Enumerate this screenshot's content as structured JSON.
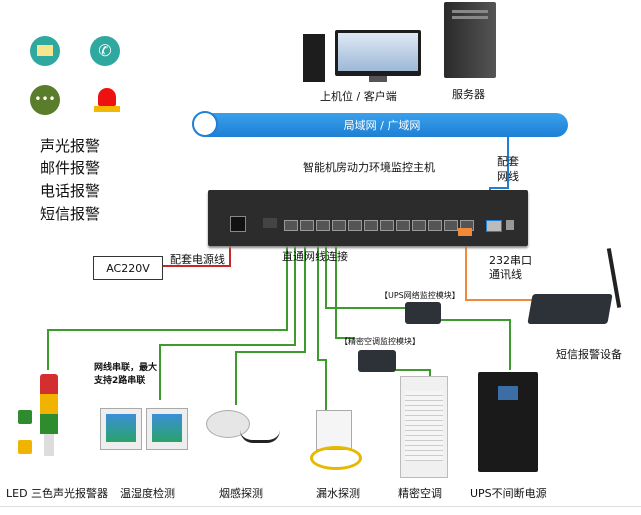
{
  "alarms": [
    "声光报警",
    "邮件报警",
    "电话报警",
    "短信报警"
  ],
  "icons": {
    "colors": {
      "mail": "#2fa8a0",
      "phone": "#2fa8a0",
      "chat": "#5a7d2b",
      "siren": "#e11"
    }
  },
  "top": {
    "client_label": "上机位 / 客户端",
    "server_label": "服务器",
    "network_label": "局域网 / 广域网",
    "network_cable_label_1": "配套",
    "network_cable_label_2": "网线"
  },
  "host": {
    "title": "智能机房动力环境监控主机"
  },
  "power": {
    "ac_label": "AC220V",
    "cable_label": "配套电源线"
  },
  "links": {
    "direct_label": "直通网线连接",
    "serial_label_1": "232串口",
    "serial_label_2": "通讯线",
    "series_note_1": "网线串联，最大",
    "series_note_2": "支持2路串联"
  },
  "modules": {
    "ups_module": "【UPS网络监控模块】",
    "ac_module": "【精密空调监控模块】"
  },
  "sms": {
    "label": "短信报警设备"
  },
  "devices": [
    {
      "label": "LED 三色声光报警器"
    },
    {
      "label": "温湿度检测"
    },
    {
      "label": "烟感探测"
    },
    {
      "label": "漏水探测"
    },
    {
      "label": "精密空调"
    },
    {
      "label": "UPS不间断电源"
    }
  ],
  "line_colors": {
    "network": "#3c9b2c",
    "power": "#c62828",
    "serial": "#f08a3a",
    "uplink": "#1e7fd4"
  }
}
